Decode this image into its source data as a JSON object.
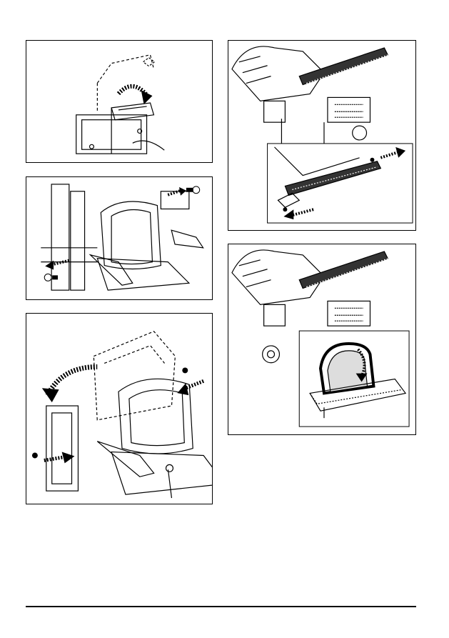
{
  "page": {
    "figures": [
      {
        "id": "p1",
        "alt": "seat-tilt-up-illustration"
      },
      {
        "id": "p2",
        "alt": "seat-knob-removal-illustration"
      },
      {
        "id": "p3",
        "alt": "seat-assembly-lift-illustration"
      },
      {
        "id": "p4",
        "alt": "footrest-bolt-removal-illustration"
      },
      {
        "id": "p5",
        "alt": "footrest-flip-illustration"
      }
    ],
    "footer": {
      "left": "",
      "right": ""
    }
  }
}
